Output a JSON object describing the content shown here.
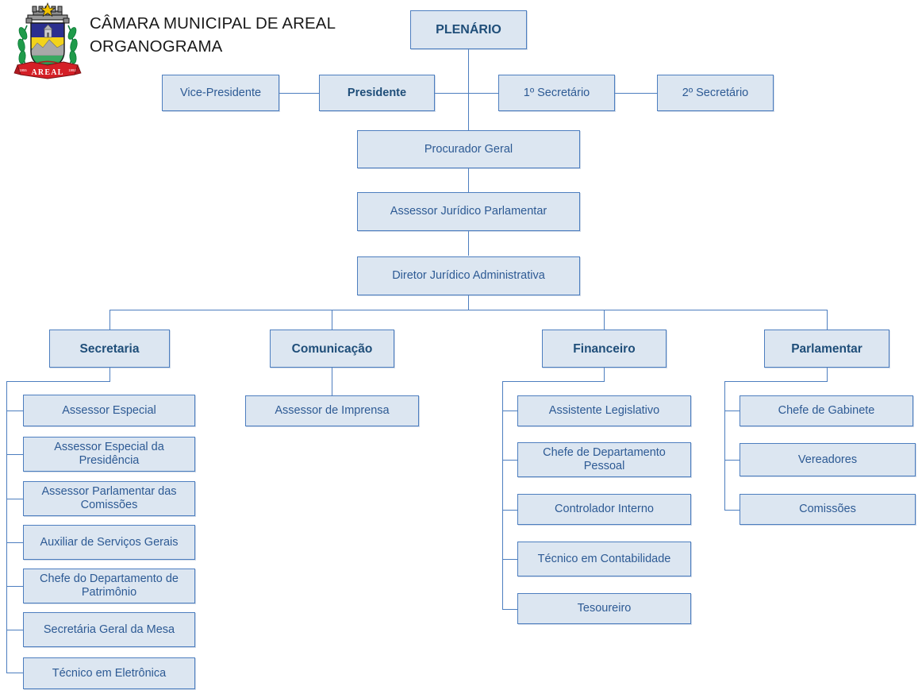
{
  "header": {
    "title": "CÂMARA MUNICIPAL DE AREAL\nORGANOGRAMA",
    "crest_alt": "brasao-areal"
  },
  "colors": {
    "box_fill": "#dce6f1",
    "box_border": "#4d7ebf",
    "text": "#2d5a94",
    "text_bold": "#1f4e79",
    "line": "#4d7ebf",
    "title": "#1a1a1a"
  },
  "chart_data": {
    "type": "diagram",
    "title": "CÂMARA MUNICIPAL DE AREAL ORGANOGRAMA",
    "nodes": {
      "plenario": "PLENÁRIO",
      "vice_presidente": "Vice-Presidente",
      "presidente": "Presidente",
      "primeiro_secretario": "1º Secretário",
      "segundo_secretario": "2º Secretário",
      "procurador_geral": "Procurador Geral",
      "assessor_juridico": "Assessor Jurídico Parlamentar",
      "diretor_juridico": "Diretor Jurídico Administrativa"
    },
    "departments": [
      {
        "name": "Secretaria",
        "children": [
          "Assessor Especial",
          "Assessor Especial da Presidência",
          "Assessor Parlamentar das Comissões",
          "Auxiliar de Serviços Gerais",
          "Chefe do Departamento de Patrimônio",
          "Secretária Geral da Mesa",
          "Técnico em Eletrônica"
        ]
      },
      {
        "name": "Comunicação",
        "children": [
          "Assessor de Imprensa"
        ]
      },
      {
        "name": "Financeiro",
        "children": [
          "Assistente Legislativo",
          "Chefe de Departamento Pessoal",
          "Controlador Interno",
          "Técnico em Contabilidade",
          "Tesoureiro"
        ]
      },
      {
        "name": "Parlamentar",
        "children": [
          "Chefe de Gabinete",
          "Vereadores",
          "Comissões"
        ]
      }
    ]
  }
}
